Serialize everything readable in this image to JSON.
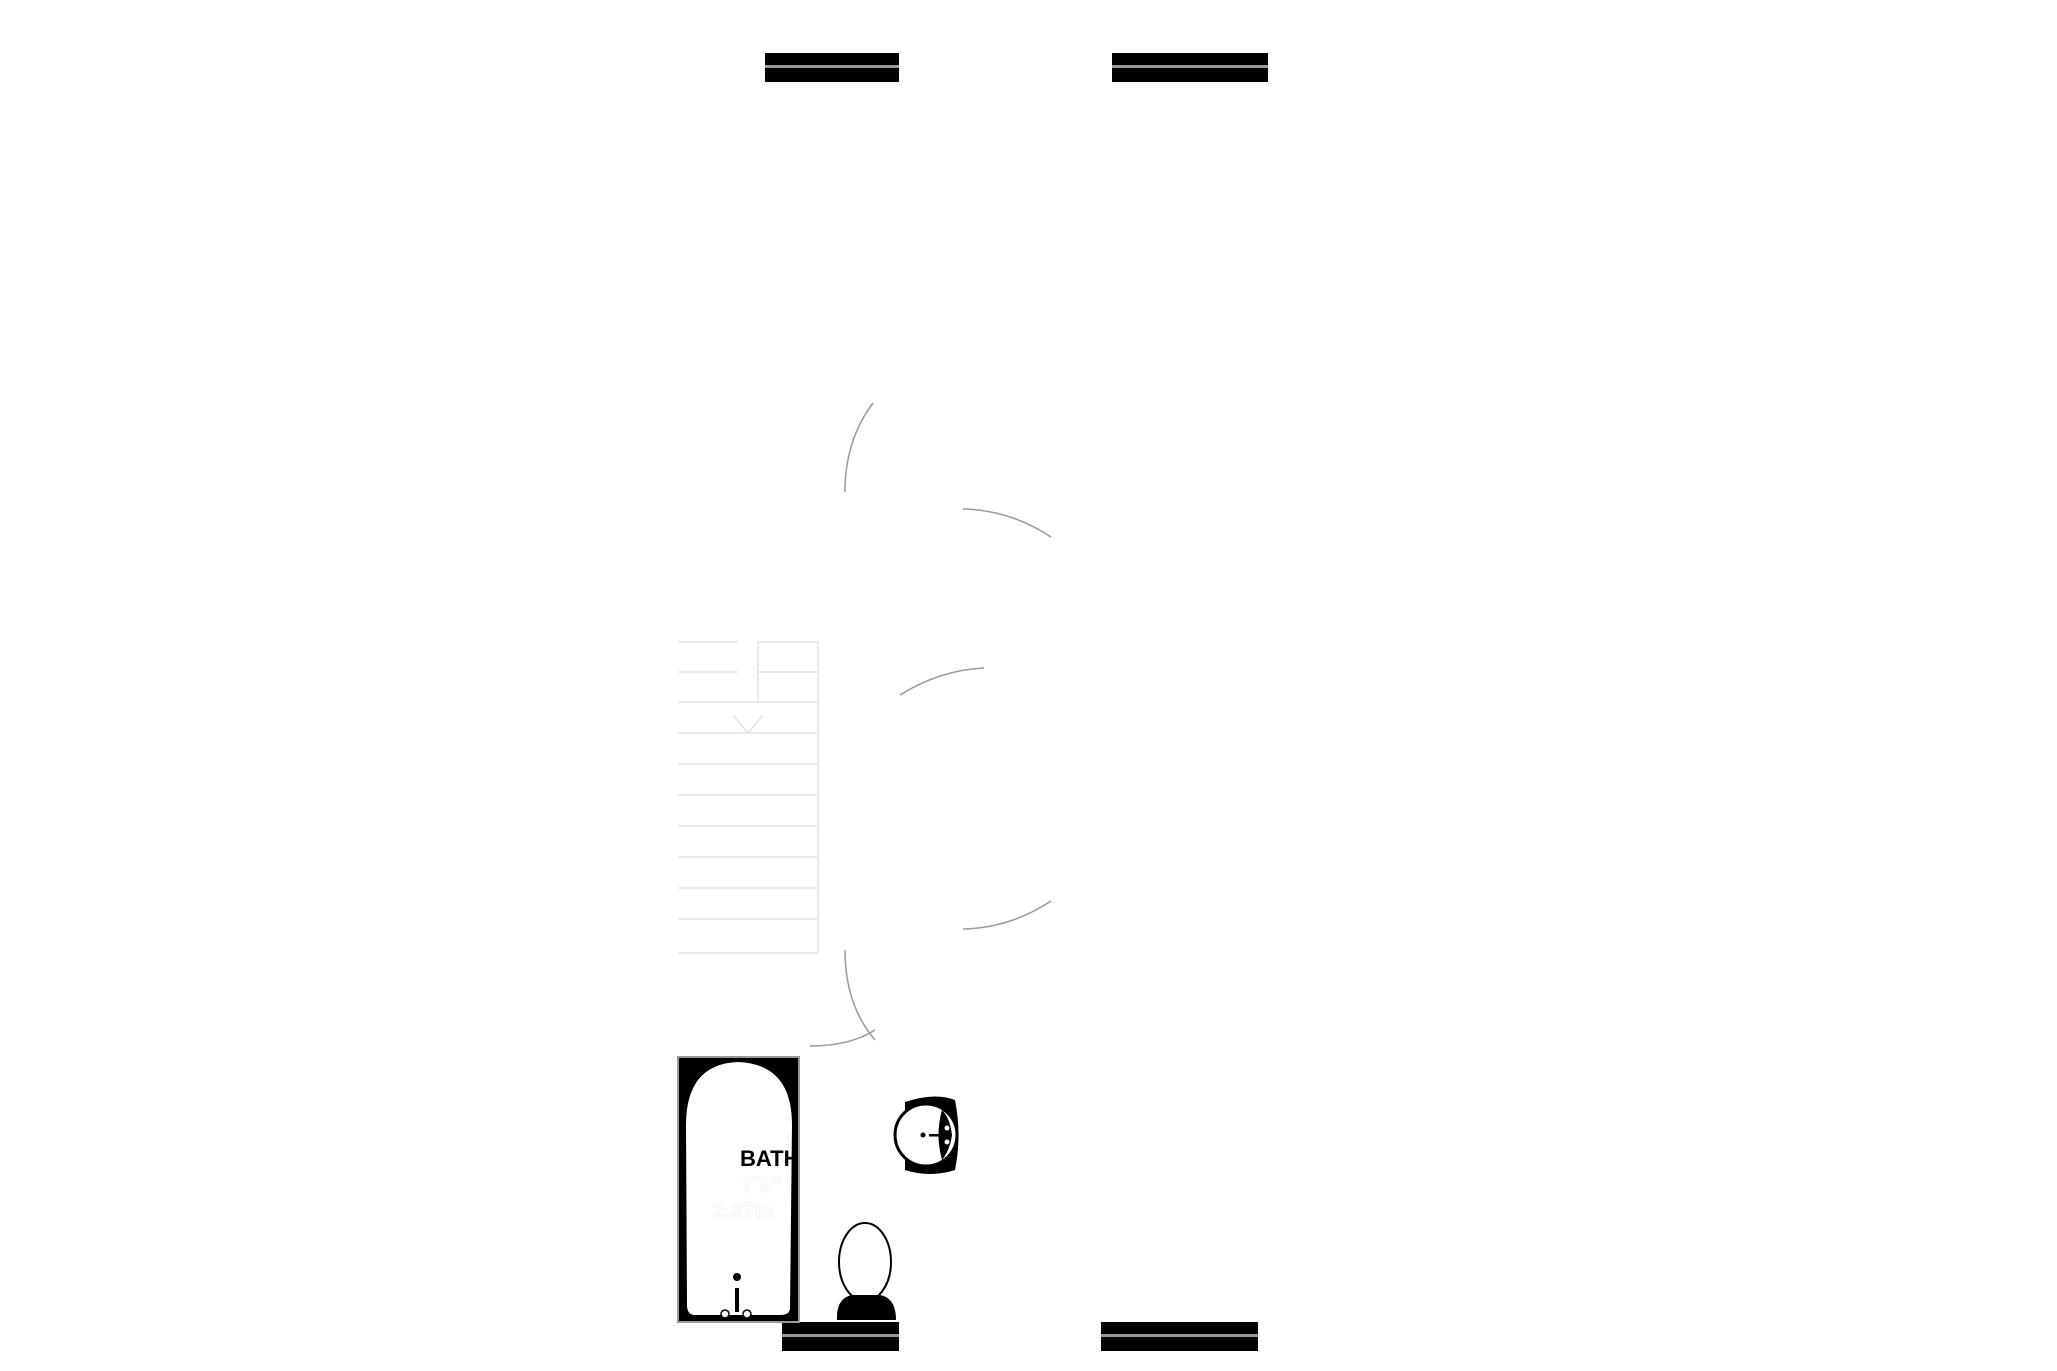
{
  "room": {
    "name": "BATH",
    "dim_imperial": "7'9\"",
    "dim_metric": "2.37m"
  },
  "colors": {
    "wall": "#000000",
    "fixture_line": "#9a9a9a",
    "background": "#ffffff"
  },
  "fixtures": [
    "bathtub",
    "sink",
    "toilet",
    "staircase",
    "windows",
    "door-swings"
  ]
}
